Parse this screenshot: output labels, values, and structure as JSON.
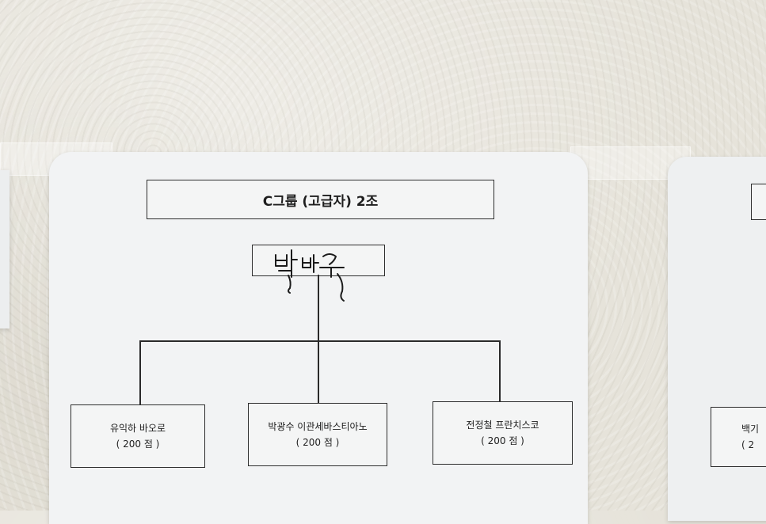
{
  "chart": {
    "title": "C그룹 (고급자)  2조",
    "root_signature": "박 바우",
    "members": [
      {
        "name": "유익하 바오로",
        "score": "( 200 점 )"
      },
      {
        "name": "박광수 이관세바스티아노",
        "score": "( 200 점 )"
      },
      {
        "name": "전정철 프란치스코",
        "score": "( 200 점 )"
      }
    ]
  },
  "partial_sheet": {
    "member_name": "백기",
    "member_score": "( 2"
  }
}
